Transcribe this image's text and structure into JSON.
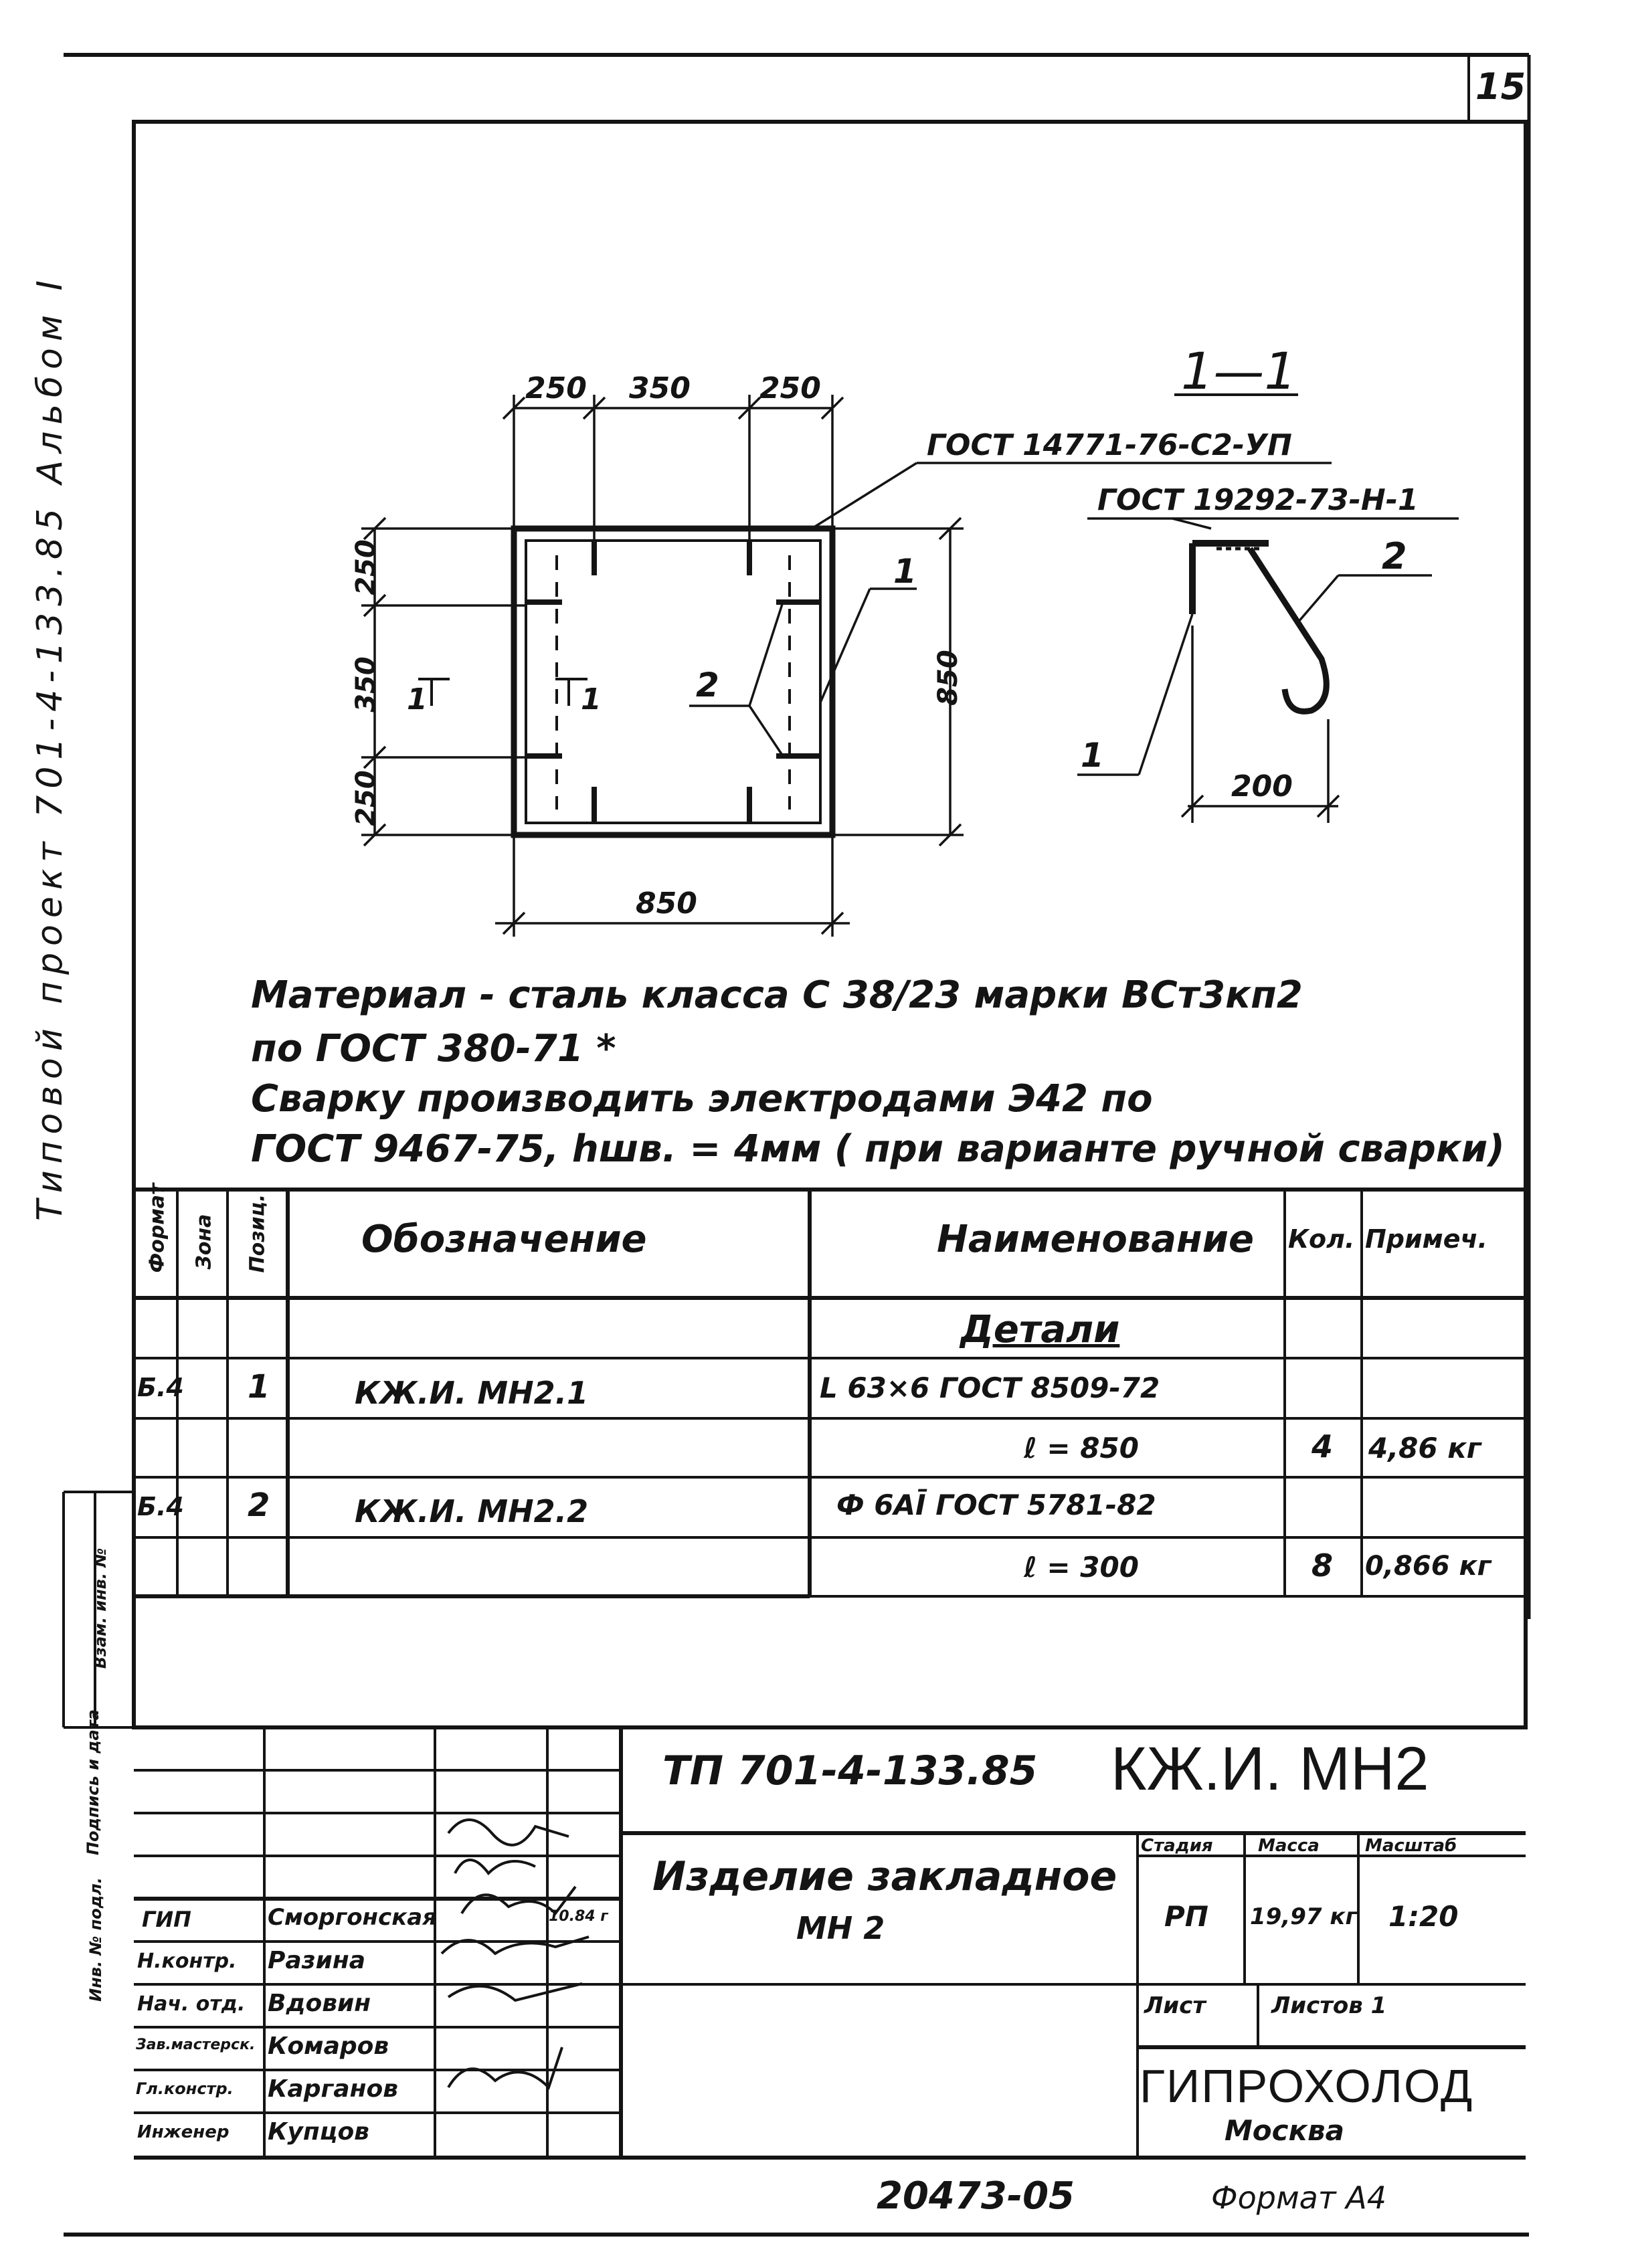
{
  "sheet": {
    "number": "15",
    "side_text": "Типовой проект 701-4-133.85 Альбом I",
    "format": "Формат А4",
    "archive_no": "20473-05"
  },
  "drawing": {
    "section_label": "1—1",
    "dims": {
      "top_left": "250",
      "top_mid": "350",
      "top_right": "250",
      "left_top": "250",
      "left_mid": "350",
      "left_bot": "250",
      "right": "850",
      "bottom": "850",
      "profile_width": "200"
    },
    "callouts": {
      "gost_weld1": "ГОСТ 14771-76-С2-УП",
      "gost_weld2": "ГОСТ 19292-73-Н-1",
      "pos1": "1",
      "pos2": "2",
      "pos2_profile": "2",
      "pos1_profile": "1",
      "section_mark": "1"
    }
  },
  "notes": {
    "line1": "Материал - сталь класса С 38/23 марки ВСт3кп2",
    "line2": "по ГОСТ 380-71 *",
    "line3": "Сварку производить электродами Э42 по",
    "line4": "ГОСТ 9467-75, hшв. = 4мм ( при варианте ручной сварки)"
  },
  "spec": {
    "headers": {
      "format": "Формат",
      "zone": "Зона",
      "pos": "Позиц.",
      "designation": "Обозначение",
      "name": "Наименование",
      "qty": "Кол.",
      "note": "Примеч."
    },
    "section": "Детали",
    "rows": [
      {
        "format": "Б.4",
        "pos": "1",
        "designation": "КЖ.И. МН2.1",
        "name": "L 63×6 ГОСТ 8509-72",
        "qty": "",
        "note": ""
      },
      {
        "format": "",
        "pos": "",
        "designation": "",
        "name": "ℓ = 850",
        "qty": "4",
        "note": "4,86 кг"
      },
      {
        "format": "Б.4",
        "pos": "2",
        "designation": "КЖ.И. МН2.2",
        "name": "Ф 6АĪ ГОСТ 5781-82",
        "qty": "",
        "note": ""
      },
      {
        "format": "",
        "pos": "",
        "designation": "",
        "name": "ℓ = 300",
        "qty": "8",
        "note": "0,866 кг"
      }
    ]
  },
  "titleblock": {
    "project": "ТП 701-4-133.85",
    "mark": "КЖ.И. МН2",
    "item_title": "Изделие закладное",
    "item_sub": "МН 2",
    "stage_h": "Стадия",
    "mass_h": "Масса",
    "scale_h": "Масштаб",
    "stage": "РП",
    "mass": "19,97 кг",
    "scale": "1:20",
    "sheet_h": "Лист",
    "sheets_h": "Листов 1",
    "org": "ГИПРОХОЛОД",
    "city": "Москва",
    "date": "10.84 г",
    "roles": [
      {
        "role": "ГИП",
        "name": "Сморгонская"
      },
      {
        "role": "Н.контр.",
        "name": "Разина"
      },
      {
        "role": "Нач. отд.",
        "name": "Вдовин"
      },
      {
        "role": "Зав.мастерск.",
        "name": "Комаров"
      },
      {
        "role": "Гл.констр.",
        "name": "Карганов"
      },
      {
        "role": "Инженер",
        "name": "Купцов"
      }
    ]
  },
  "margin_stamps": {
    "inv_orig": "Инв. № подл.",
    "sign_date": "Подпись и дата",
    "inv_repl": "Взам. инв. №"
  }
}
